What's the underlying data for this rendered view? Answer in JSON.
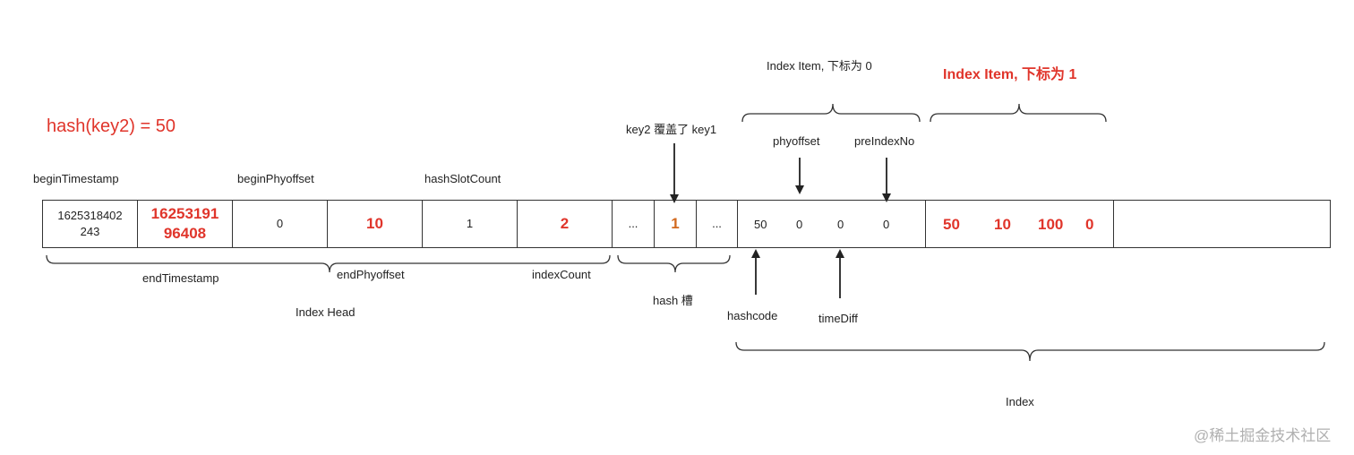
{
  "hash_label": "hash(key2) = 50",
  "header_fields": {
    "begin_timestamp": "beginTimestamp",
    "begin_phyoffset": "beginPhyoffset",
    "hash_slot_count": "hashSlotCount",
    "end_timestamp": "endTimestamp",
    "end_phyoffset": "endPhyoffset",
    "index_count": "indexCount",
    "index_head": "Index Head"
  },
  "cells": {
    "begin_timestamp_value_line1": "1625318402",
    "begin_timestamp_value_line2": "243",
    "end_timestamp_value_line1": "16253191",
    "end_timestamp_value_line2": "96408",
    "begin_phyoffset_value": "0",
    "end_phyoffset_value": "10",
    "hash_slot_count_value": "1",
    "index_count_value": "2",
    "slot_ellipsis_left": "...",
    "slot_value": "1",
    "slot_ellipsis_right": "..."
  },
  "hash_slot": {
    "note": "key2 覆盖了 key1",
    "label": "hash 槽"
  },
  "index_item_0": {
    "title": "Index Item, 下标为 0",
    "phyoffset_label": "phyoffset",
    "preindexno_label": "preIndexNo",
    "hashcode_label": "hashcode",
    "timediff_label": "timeDiff",
    "values": [
      "50",
      "0",
      "0",
      "0"
    ]
  },
  "index_item_1": {
    "title": "Index Item, 下标为 1",
    "values": [
      "50",
      "10",
      "100",
      "0"
    ]
  },
  "index_label": "Index",
  "watermark": "@稀土掘金技术社区",
  "colors": {
    "highlight": "#e0352b",
    "slot_value": "#d2691e",
    "line": "#333333"
  }
}
